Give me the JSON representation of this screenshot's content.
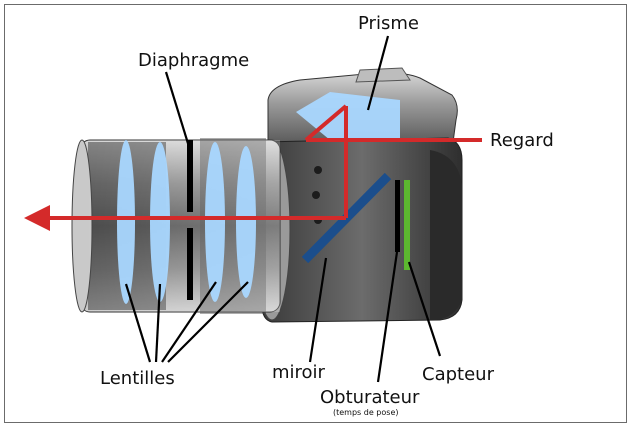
{
  "labels": {
    "prism": "Prisme",
    "diaphragm": "Diaphragme",
    "eye": "Regard",
    "lenses": "Lentilles",
    "mirror": "miroir",
    "shutter": "Obturateur",
    "shutter_note": "(temps de pose)",
    "sensor": "Capteur"
  },
  "colors": {
    "light_ray": "#d42a2a",
    "lens_fill": "#a9d7ff",
    "mirror": "#1b4e8c",
    "sensor": "#5cb82f",
    "diaphragm": "#000000",
    "shutter": "#000000",
    "prism_fill": "#a9d7ff"
  }
}
